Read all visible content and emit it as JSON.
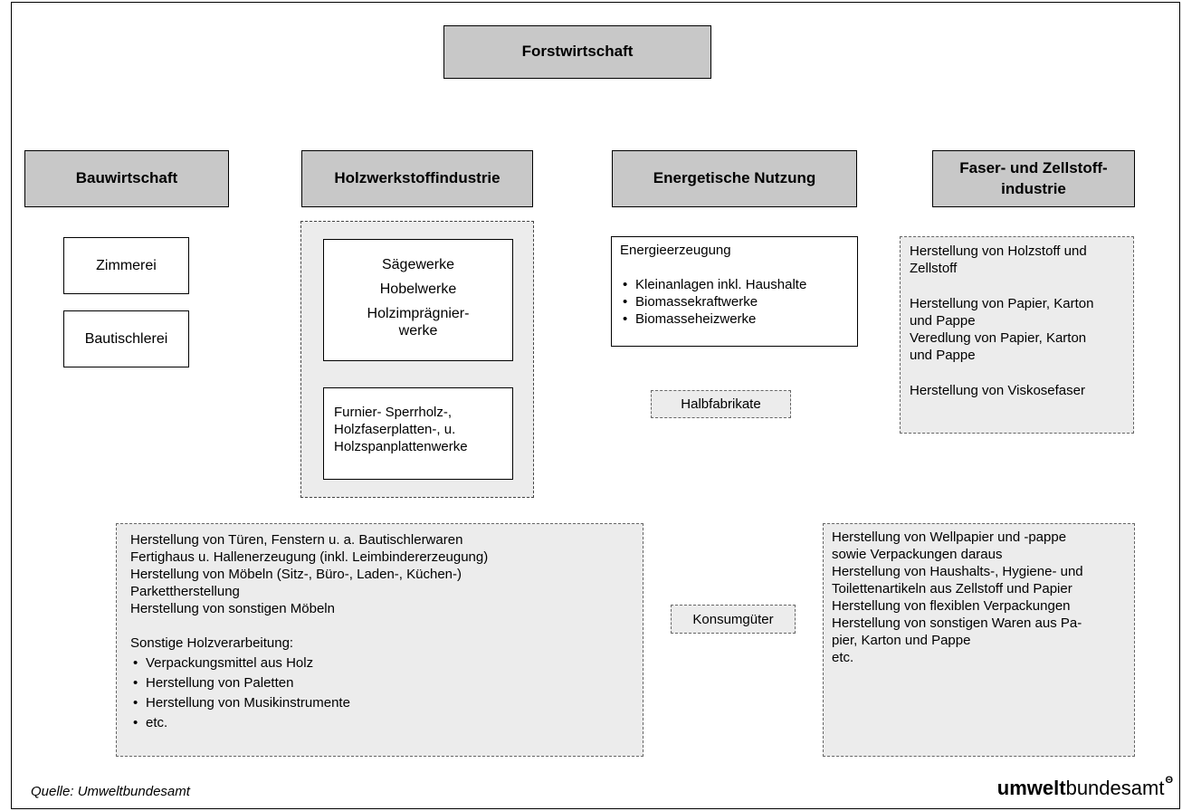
{
  "top": {
    "title": "Forstwirtschaft"
  },
  "sectors": [
    {
      "title": "Bauwirtschaft"
    },
    {
      "title": "Holzwerkstoffindustrie"
    },
    {
      "title": "Energetische Nutzung"
    },
    {
      "title": "Faser- und Zellstoff-\nindustrie"
    }
  ],
  "bau": {
    "items": [
      "Zimmerei",
      "Bautischlerei"
    ]
  },
  "holz": {
    "upper": [
      "Sägewerke",
      "Hobelwerke",
      "Holzimprägnier-\nwerke"
    ],
    "lower": "Furnier- Sperrholz-,\nHolzfaserplatten-, u.\nHolzspanplattenwerke"
  },
  "energie": {
    "title": "Energieerzeugung",
    "items": [
      "Kleinanlagen inkl. Haushalte",
      "Biomassekraftwerke",
      "Biomasseheizwerke"
    ]
  },
  "faser": {
    "lines": [
      "Herstellung von Holzstoff und",
      "Zellstoff",
      "",
      "Herstellung von Papier, Karton",
      "und Pappe",
      "Veredlung von Papier, Karton",
      "und Pappe",
      "",
      "Herstellung von Viskosefaser"
    ]
  },
  "labels": {
    "halbfabrikate": "Halbfabrikate",
    "konsumgueter": "Konsumgüter"
  },
  "konsum_left": {
    "lines": [
      "Herstellung von Türen, Fenstern u. a. Bautischlerwaren",
      "Fertighaus u. Hallenerzeugung (inkl. Leimbindererzeugung)",
      "Herstellung von Möbeln (Sitz-, Büro-, Laden-, Küchen-)",
      "Parkettherstellung",
      "Herstellung von sonstigen Möbeln",
      "",
      "Sonstige Holzverarbeitung:"
    ],
    "items": [
      "Verpackungsmittel aus Holz",
      "Herstellung von Paletten",
      "Herstellung von Musikinstrumente",
      "etc."
    ]
  },
  "konsum_right": {
    "lines": [
      "Herstellung von Wellpapier und -pappe",
      "sowie Verpackungen daraus",
      "Herstellung von Haushalts-, Hygiene- und",
      "Toilettenartikeln aus Zellstoff und Papier",
      "Herstellung von flexiblen Verpackungen",
      "Herstellung von sonstigen Waren aus Pa-",
      "pier, Karton und Pappe",
      "etc."
    ]
  },
  "footer": {
    "source": "Quelle: Umweltbundesamt",
    "logo_bold": "umwelt",
    "logo_regular": "bundesamt",
    "logo_mark": "Θ"
  }
}
